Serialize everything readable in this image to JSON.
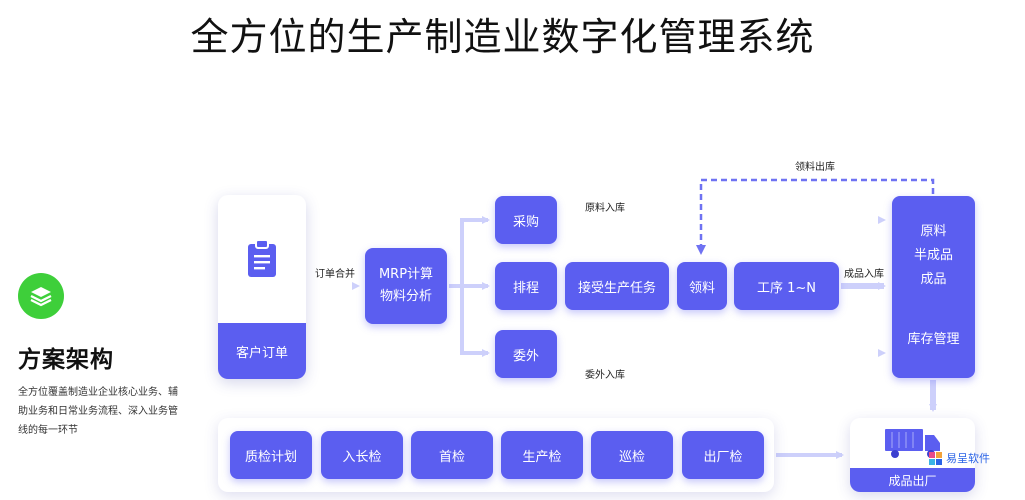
{
  "title": "全方位的生产制造业数字化管理系统",
  "side": {
    "heading": "方案架构",
    "description": "全方位覆盖制造业企业核心业务、辅助业务和日常业务流程、深入业务管线的每一环节"
  },
  "nodes": {
    "customer_order": "客户订单",
    "mrp_line1": "MRP计算",
    "mrp_line2": "物料分析",
    "purchase": "采购",
    "schedule": "排程",
    "outsource": "委外",
    "accept_task": "接受生产任务",
    "pick_material": "领料",
    "process_steps": "工序 1~N",
    "storage_line1": "原料",
    "storage_line2": "半成品",
    "storage_line3": "成品",
    "storage_mgmt": "库存管理",
    "finished_ship": "成品出厂"
  },
  "edge_labels": {
    "order_merge": "订单合并",
    "raw_in": "原料入库",
    "pick_out": "领料出库",
    "product_in": "成品入库",
    "outsource_in": "委外入库"
  },
  "quality": [
    "质检计划",
    "入长检",
    "首检",
    "生产检",
    "巡检",
    "出厂检"
  ],
  "watermark": "易呈软件",
  "colors": {
    "primary": "#5b5ef0",
    "arrow": "#cdd0fb",
    "logo_green": "#3ecf3a"
  },
  "icons": {
    "order": "clipboard-icon",
    "logo": "layers-icon",
    "ship": "truck-icon"
  }
}
